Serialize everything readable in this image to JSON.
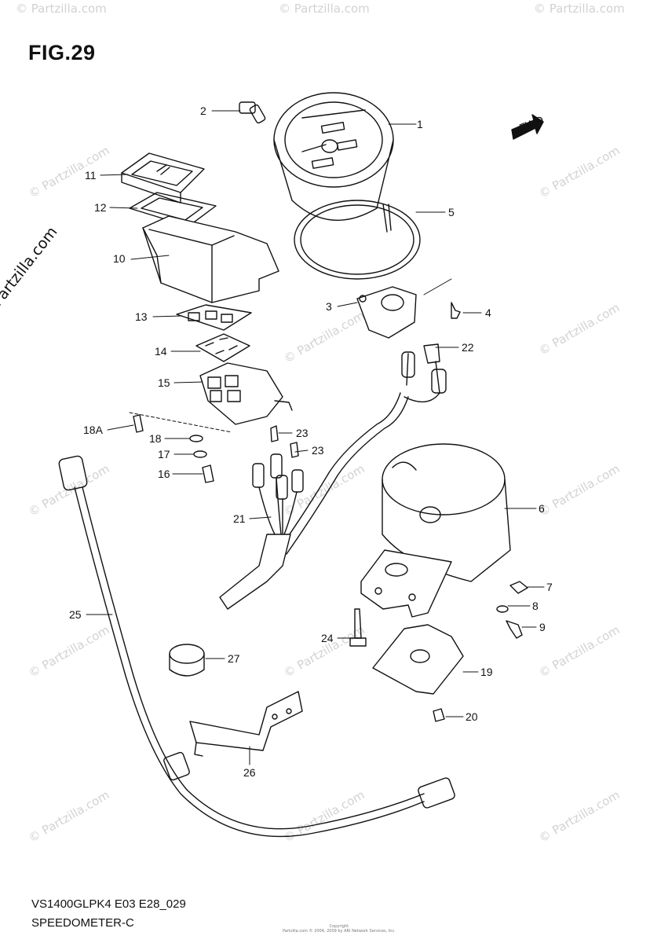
{
  "figure": {
    "title": "FIG.29"
  },
  "watermark": {
    "text": "© Partzilla.com",
    "vertical_text": "© Partzilla.com"
  },
  "footer": {
    "model_code": "VS1400GLPK4 E03 E28_029",
    "diagram_name": "SPEEDOMETER-C",
    "copyright_line1": "Copyright",
    "copyright_line2": "Partzilla.com © 2004, 2009 by ARI Network Services, Inc."
  },
  "fwd_label": "FWD",
  "callouts": [
    {
      "id": "1"
    },
    {
      "id": "2"
    },
    {
      "id": "3"
    },
    {
      "id": "4"
    },
    {
      "id": "5"
    },
    {
      "id": "6"
    },
    {
      "id": "7"
    },
    {
      "id": "8"
    },
    {
      "id": "9"
    },
    {
      "id": "10"
    },
    {
      "id": "11"
    },
    {
      "id": "12"
    },
    {
      "id": "13"
    },
    {
      "id": "14"
    },
    {
      "id": "15"
    },
    {
      "id": "16"
    },
    {
      "id": "17"
    },
    {
      "id": "18"
    },
    {
      "id": "18A"
    },
    {
      "id": "19"
    },
    {
      "id": "20"
    },
    {
      "id": "21"
    },
    {
      "id": "22"
    },
    {
      "id": "23a",
      "label": "23"
    },
    {
      "id": "23b",
      "label": "23"
    },
    {
      "id": "24"
    },
    {
      "id": "25"
    },
    {
      "id": "26"
    },
    {
      "id": "27"
    }
  ]
}
